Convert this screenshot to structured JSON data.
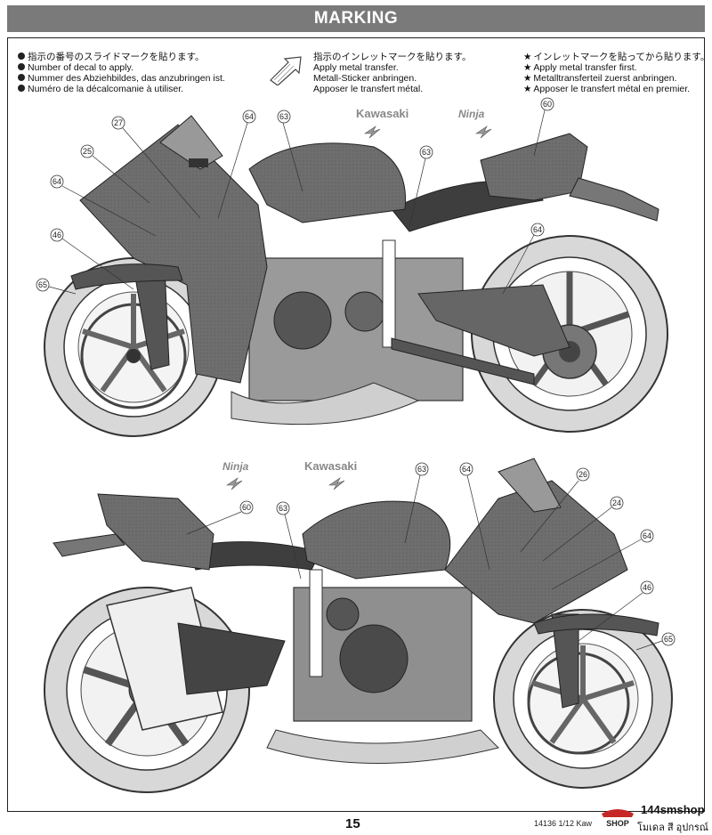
{
  "header": {
    "title": "MARKING"
  },
  "legend_left": [
    "指示の番号のスライドマークを貼ります。",
    "Number of decal to apply.",
    "Nummer des Abziehbildes, das anzubringen ist.",
    "Numéro de la décalcomanie à utiliser."
  ],
  "legend_mid": [
    "指示のインレットマークを貼ります。",
    "Apply metal transfer.",
    "Metall-Sticker anbringen.",
    "Apposer le transfert métal."
  ],
  "legend_right": [
    "インレットマークを貼ってから貼ります。",
    "Apply metal transfer first.",
    "Metalltransferteil zuerst anbringen.",
    "Apposer le transfert métal en premier."
  ],
  "bike_top": {
    "callouts": [
      "27",
      "64",
      "63",
      "25",
      "64",
      "63",
      "46",
      "65",
      "64",
      "60"
    ],
    "brand_labels": [
      "Kawasaki",
      "Ninja"
    ]
  },
  "bike_bottom": {
    "callouts": [
      "63",
      "64",
      "26",
      "60",
      "63",
      "24",
      "64",
      "46",
      "65"
    ],
    "brand_labels": [
      "Ninja",
      "Kawasaki"
    ]
  },
  "footer": {
    "page_number": "15",
    "product_code": "14136 1/12 Kaw",
    "shop_logo_text": "SHOP",
    "shop_name": "144smshop",
    "shop_sub": "โมเดล สี อุปกรณ์"
  }
}
